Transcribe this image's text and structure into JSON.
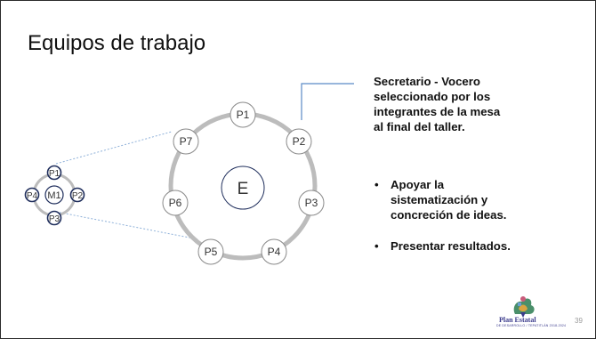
{
  "title": "Equipos de trabajo",
  "center_label": "E",
  "ring_nodes": [
    "P1",
    "P2",
    "P3",
    "P4",
    "P5",
    "P6",
    "P7"
  ],
  "small_group": {
    "center": "M1",
    "nodes": [
      "P1",
      "P2",
      "P3",
      "P4"
    ]
  },
  "description": "Secretario - Vocero seleccionado por los integrantes de la mesa al final del taller.",
  "bullets": [
    "Apoyar la sistematización y concreción de ideas.",
    "Presentar resultados."
  ],
  "bullet_glyph": "•",
  "logo_text": "Plan Estatal",
  "logo_subtext": "DE DESARROLLO / TEPATITLÁN 2018-2024",
  "page_number": "39",
  "colors": {
    "ring": "#bcbcbc",
    "node_stroke": "#8a8a8a",
    "small_node": "#1f2e5c",
    "connector": "#5b8ac6",
    "dotted": "#8fb1d9"
  }
}
